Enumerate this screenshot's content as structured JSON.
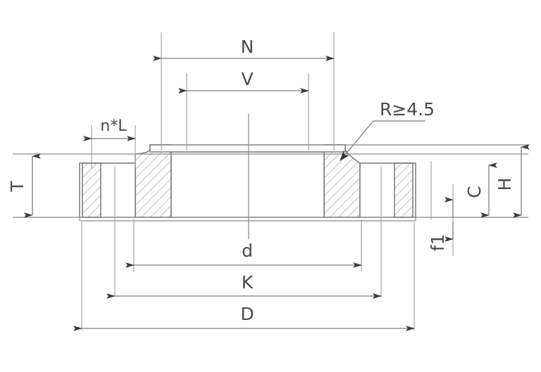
{
  "drawing": {
    "type": "engineering-cross-section",
    "subject": "welding neck / slip-on flange cross-section",
    "background_color": "#ffffff",
    "line_color": "#7d7d7d",
    "outline_color": "#6e6e6e",
    "text_color": "#4a4a4a",
    "hatch_color": "#9a9a9a",
    "arrow_color": "#3c3c3c"
  },
  "dimensions": {
    "n_times_L": {
      "label": "n*L",
      "position": "top-left",
      "orientation": "horizontal",
      "description": "bolt hole count times bolt hole diameter"
    },
    "N": {
      "label": "N",
      "position": "top",
      "orientation": "horizontal",
      "description": "hub outer diameter at base"
    },
    "V": {
      "label": "V",
      "position": "top",
      "orientation": "horizontal",
      "description": "hub diameter at top"
    },
    "R": {
      "label": "R≥4.5",
      "position": "upper-right",
      "orientation": "leader",
      "description": "fillet radius minimum"
    },
    "T": {
      "label": "T",
      "position": "left",
      "orientation": "vertical-rotated",
      "description": "flange thickness"
    },
    "H": {
      "label": "H",
      "position": "right",
      "orientation": "vertical-rotated",
      "description": "overall height"
    },
    "C": {
      "label": "C",
      "position": "right",
      "orientation": "vertical-rotated",
      "description": "flange plate thickness"
    },
    "f1": {
      "label": "f1",
      "position": "bottom-right",
      "orientation": "vertical-rotated",
      "description": "raised face height"
    },
    "d": {
      "label": "d",
      "position": "bottom",
      "orientation": "horizontal",
      "description": "bore diameter"
    },
    "K": {
      "label": "K",
      "position": "bottom",
      "orientation": "horizontal",
      "description": "bolt circle diameter"
    },
    "D": {
      "label": "D",
      "position": "bottom",
      "orientation": "horizontal",
      "description": "flange outer diameter"
    }
  }
}
